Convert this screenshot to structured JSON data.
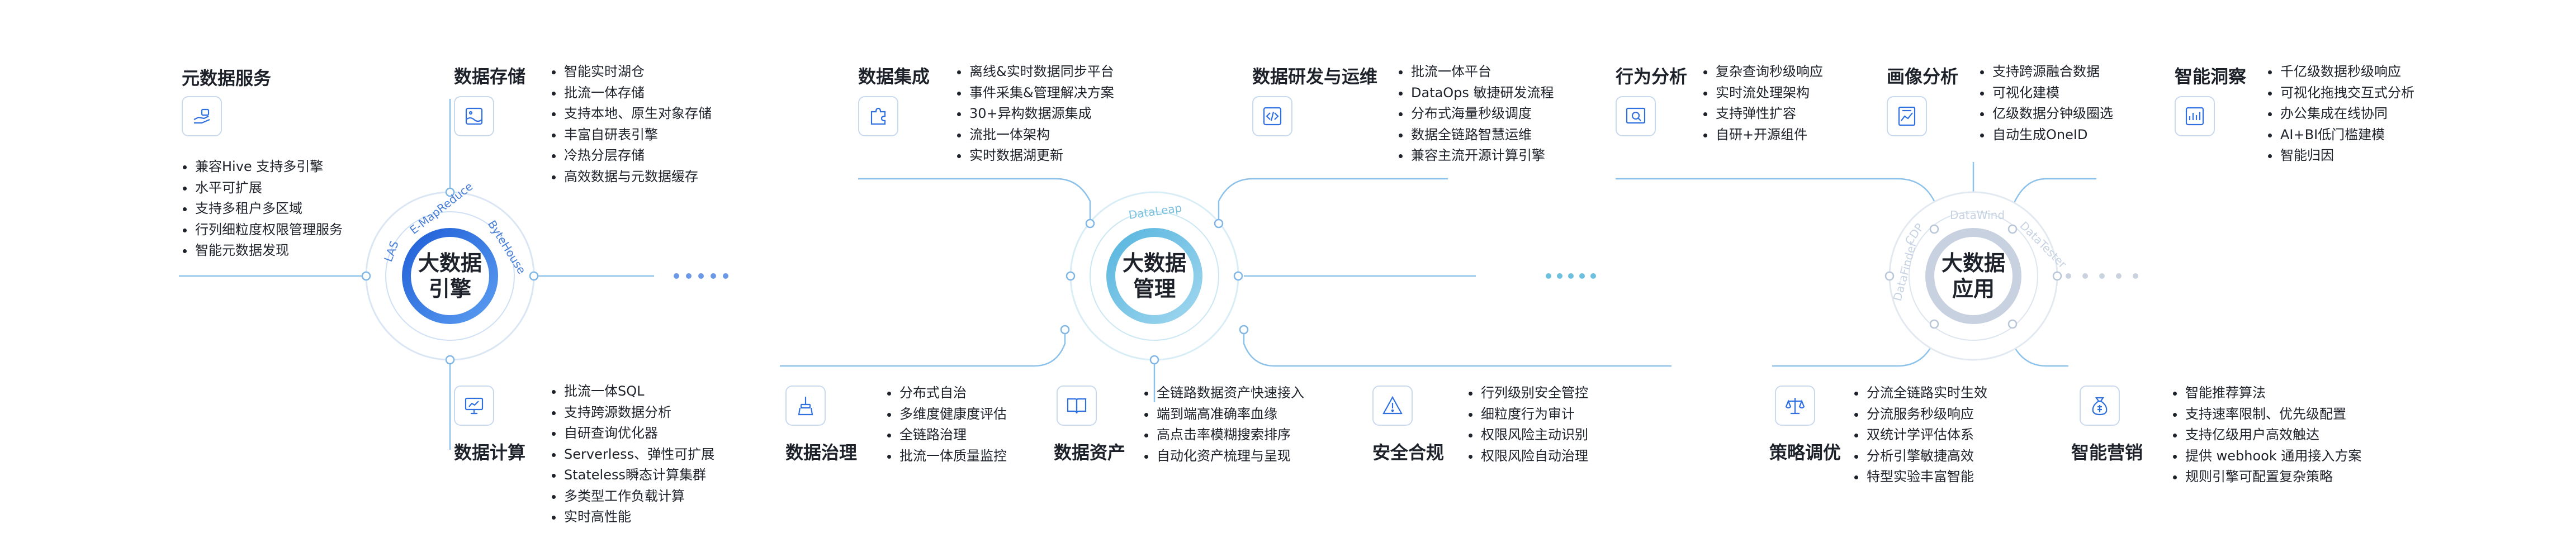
{
  "colors": {
    "accent": "#2f6fe0",
    "line": "#7fb6e6",
    "text": "#1d2129"
  },
  "hubs": {
    "engine": {
      "line1": "大数据",
      "line2": "引擎",
      "ring_labels": [
        "LAS",
        "E-MapReduce",
        "ByteHouse"
      ]
    },
    "management": {
      "line1": "大数据",
      "line2": "管理",
      "ring_labels": [
        "DataLeap"
      ]
    },
    "application": {
      "line1": "大数据",
      "line2": "应用",
      "ring_labels": [
        "DataWind",
        "DataTester",
        "DataFinder",
        "CDP"
      ]
    }
  },
  "sections": {
    "meta": {
      "title": "元数据服务",
      "icon": "hand-data-icon",
      "items": [
        "兼容Hive 支持多引擎",
        "水平可扩展",
        "支持多租户多区域",
        "行列细粒度权限管理服务",
        "智能元数据发现"
      ]
    },
    "storage": {
      "title": "数据存储",
      "icon": "storage-icon",
      "items": [
        "智能实时湖仓",
        "批流一体存储",
        "支持本地、原生对象存储",
        "丰富自研表引擎",
        "冷热分层存储",
        "高效数据与元数据缓存"
      ]
    },
    "compute": {
      "title": "数据计算",
      "icon": "monitor-chart-icon",
      "items": [
        "批流一体SQL",
        "支持跨源数据分析",
        "自研查询优化器",
        "Serverless、弹性可扩展",
        "Stateless瞬态计算集群",
        "多类型工作负载计算",
        "实时高性能"
      ]
    },
    "integration": {
      "title": "数据集成",
      "icon": "puzzle-icon",
      "items": [
        "离线&实时数据同步平台",
        "事件采集&管理解决方案",
        "30+异构数据源集成",
        "流批一体架构",
        "实时数据湖更新"
      ]
    },
    "devops": {
      "title": "数据研发与运维",
      "icon": "code-icon",
      "items": [
        "批流一体平台",
        "DataOps 敏捷研发流程",
        "分布式海量秒级调度",
        "数据全链路智慧运维",
        "兼容主流开源计算引擎"
      ]
    },
    "governance": {
      "title": "数据治理",
      "icon": "broom-icon",
      "items": [
        "分布式自治",
        "多维度健康度评估",
        "全链路治理",
        "批流一体质量监控"
      ]
    },
    "assets": {
      "title": "数据资产",
      "icon": "book-icon",
      "items": [
        "全链路数据资产快速接入",
        "端到端高准确率血缘",
        "高点击率模糊搜索排序",
        "自动化资产梳理与呈现"
      ]
    },
    "security": {
      "title": "安全合规",
      "icon": "warning-icon",
      "items": [
        "行列级别安全管控",
        "细粒度行为审计",
        "权限风险主动识别",
        "权限风险自动治理"
      ]
    },
    "behavior": {
      "title": "行为分析",
      "icon": "magnifier-icon",
      "items": [
        "复杂查询秒级响应",
        "实时流处理架构",
        "支持弹性扩容",
        "自研+开源组件"
      ]
    },
    "portrait": {
      "title": "画像分析",
      "icon": "profile-icon",
      "items": [
        "支持跨源融合数据",
        "可视化建模",
        "亿级数据分钟级圈选",
        "自动生成OneID"
      ]
    },
    "insight": {
      "title": "智能洞察",
      "icon": "insight-icon",
      "items": [
        "千亿级数据秒级响应",
        "可视化拖拽交互式分析",
        "办公集成在线协同",
        "AI+BI低门槛建模",
        "智能归因"
      ]
    },
    "strategy": {
      "title": "策略调优",
      "icon": "scale-icon",
      "items": [
        "分流全链路实时生效",
        "分流服务秒级响应",
        "双统计学评估体系",
        "分析引擎敏捷高效",
        "特型实验丰富智能"
      ]
    },
    "marketing": {
      "title": "智能营销",
      "icon": "moneybag-icon",
      "items": [
        "智能推荐算法",
        "支持速率限制、优先级配置",
        "支持亿级用户高效触达",
        "提供 webhook 通用接入方案",
        "规则引擎可配置复杂策略"
      ]
    }
  }
}
